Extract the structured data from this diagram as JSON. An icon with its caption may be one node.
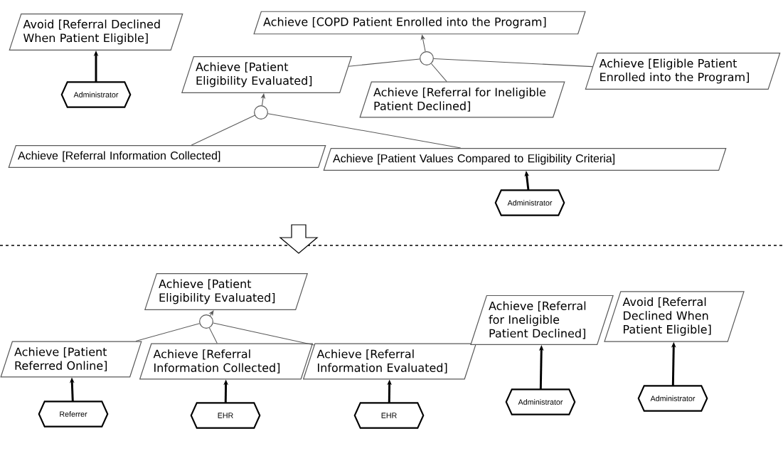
{
  "diagram": {
    "nodes": [
      {
        "text": [
          "Avoid [Referral Declined When Patient Eligible]"
        ]
      },
      {
        "text": [
          "Administrator"
        ]
      },
      {
        "text": [
          "Achieve [COPD Patient Enrolled into the Program]"
        ]
      },
      {
        "text": [],
        "shape": "circle"
      },
      {
        "text": [
          "Achieve [Patient Eligibility Evaluated]"
        ]
      },
      {
        "text": [
          "Achieve [Referral for Ineligible Patient Declined]"
        ]
      },
      {
        "text": [
          "Achieve [Eligible Patient Enrolled into the Program]"
        ]
      },
      {
        "text": [],
        "shape": "circle"
      },
      {
        "text": [
          "Achieve [Referral Information Collected]"
        ]
      },
      {
        "text": [
          "Achieve [Patient Values Compared to Eligibility Criteria]"
        ]
      },
      {
        "text": [
          "Administrator"
        ]
      },
      {
        "text": [
          "Achieve [Patient Eligibility Evaluated]"
        ]
      },
      {
        "text": [],
        "shape": "circle"
      },
      {
        "text": [
          "Achieve [Patient Referred Online]"
        ]
      },
      {
        "text": [
          "Achieve [Referral Information Collected]"
        ]
      },
      {
        "text": [
          "Achieve [Referral Information Evaluated]"
        ]
      },
      {
        "text": [
          "Referrer"
        ]
      },
      {
        "text": [
          "EHR"
        ]
      },
      {
        "text": [
          "EHR"
        ]
      },
      {
        "text": [
          "Achieve [Referral for Ineligible Patient Declined]"
        ]
      },
      {
        "text": [
          "Administrator"
        ]
      },
      {
        "text": [
          "Avoid [Referral Declined When Patient Eligible]"
        ]
      },
      {
        "text": [
          "Administrator"
        ]
      }
    ],
    "edges": [
      {
        "from": 1,
        "to": 0,
        "arrow": "to",
        "style": "thick"
      },
      {
        "from": 3,
        "to": 2,
        "arrow": "to"
      },
      {
        "from": 4,
        "to": 3,
        "arrow": "none"
      },
      {
        "from": 5,
        "to": 3,
        "arrow": "none"
      },
      {
        "from": 6,
        "to": 3,
        "arrow": "none"
      },
      {
        "from": 7,
        "to": 4,
        "arrow": "to"
      },
      {
        "from": 8,
        "to": 7,
        "arrow": "none"
      },
      {
        "from": 9,
        "to": 7,
        "arrow": "none"
      },
      {
        "from": 10,
        "to": 9,
        "arrow": "to",
        "style": "thick"
      },
      {
        "from": 12,
        "to": 11,
        "arrow": "to"
      },
      {
        "from": 13,
        "to": 12,
        "arrow": "none"
      },
      {
        "from": 14,
        "to": 12,
        "arrow": "none"
      },
      {
        "from": 15,
        "to": 12,
        "arrow": "none"
      },
      {
        "from": 16,
        "to": 13,
        "arrow": "to",
        "style": "thick"
      },
      {
        "from": 17,
        "to": 14,
        "arrow": "to",
        "style": "thick"
      },
      {
        "from": 18,
        "to": 15,
        "arrow": "to",
        "style": "thick"
      },
      {
        "from": 20,
        "to": 19,
        "arrow": "to",
        "style": "thick"
      },
      {
        "from": 22,
        "to": 21,
        "arrow": "to",
        "style": "thick"
      }
    ]
  }
}
